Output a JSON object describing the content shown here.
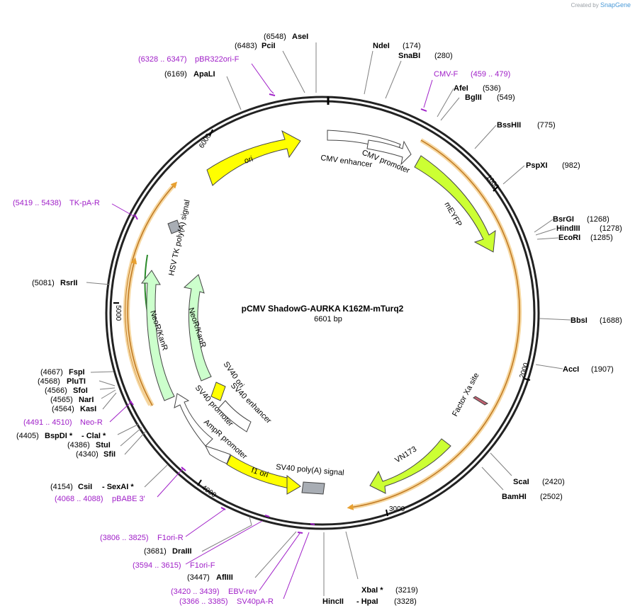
{
  "credit": {
    "prefix": "Created by",
    "brand": "SnapGene"
  },
  "plasmid": {
    "name": "pCMV ShadowG-AURKA K162M-mTurq2",
    "length_label": "6601 bp",
    "length": 6601
  },
  "ticks": [
    {
      "pos": 1000,
      "label": "1000"
    },
    {
      "pos": 2000,
      "label": "2000"
    },
    {
      "pos": 3000,
      "label": "3000"
    },
    {
      "pos": 4000,
      "label": "4000"
    },
    {
      "pos": 5000,
      "label": "5000"
    },
    {
      "pos": 6000,
      "label": "6000"
    }
  ],
  "enzymes": [
    {
      "name": "AseI",
      "pos_label": "(6548)"
    },
    {
      "name": "PciI",
      "pos_label": "(6483)"
    },
    {
      "name": "ApaLI",
      "pos_label": "(6169)"
    },
    {
      "name": "NdeI",
      "pos_label": "(174)"
    },
    {
      "name": "SnaBI",
      "pos_label": "(280)"
    },
    {
      "name": "AfeI",
      "pos_label": "(536)"
    },
    {
      "name": "BglII",
      "pos_label": "(549)"
    },
    {
      "name": "BssHII",
      "pos_label": "(775)"
    },
    {
      "name": "PspXI",
      "pos_label": "(982)"
    },
    {
      "name": "BsrGI",
      "pos_label": "(1268)"
    },
    {
      "name": "HindIII",
      "pos_label": "(1278)"
    },
    {
      "name": "EcoRI",
      "pos_label": "(1285)"
    },
    {
      "name": "BbsI",
      "pos_label": "(1688)"
    },
    {
      "name": "AccI",
      "pos_label": "(1907)"
    },
    {
      "name": "ScaI",
      "pos_label": "(2420)"
    },
    {
      "name": "BamHI",
      "pos_label": "(2502)"
    },
    {
      "name": "XbaI *",
      "pos_label": "(3219)"
    },
    {
      "name": "HincII",
      "pos_label": ""
    },
    {
      "name": "- HpaI",
      "pos_label": "(3328)"
    },
    {
      "name": "AflIII",
      "pos_label": "(3447)"
    },
    {
      "name": "DraIII",
      "pos_label": "(3681)"
    },
    {
      "name": "CsiI",
      "pos_label": "(4154)"
    },
    {
      "name": "- SexAI *",
      "pos_label": ""
    },
    {
      "name": "SfiI",
      "pos_label": "(4340)"
    },
    {
      "name": "StuI",
      "pos_label": "(4386)"
    },
    {
      "name": "BspDI *",
      "pos_label": "(4405)"
    },
    {
      "name": "- ClaI *",
      "pos_label": ""
    },
    {
      "name": "KasI",
      "pos_label": "(4564)"
    },
    {
      "name": "NarI",
      "pos_label": "(4565)"
    },
    {
      "name": "SfoI",
      "pos_label": "(4566)"
    },
    {
      "name": "PluTI",
      "pos_label": "(4568)"
    },
    {
      "name": "FspI",
      "pos_label": "(4667)"
    },
    {
      "name": "RsrII",
      "pos_label": "(5081)"
    }
  ],
  "primers": [
    {
      "name": "pBR322ori-F",
      "range": "(6328 .. 6347)"
    },
    {
      "name": "CMV-F",
      "range": "(459 .. 479)"
    },
    {
      "name": "TK-pA-R",
      "range": "(5419 .. 5438)"
    },
    {
      "name": "Neo-R",
      "range": "(4491 .. 4510)"
    },
    {
      "name": "pBABE 3'",
      "range": "(4068 .. 4088)"
    },
    {
      "name": "F1ori-R",
      "range": "(3806 .. 3825)"
    },
    {
      "name": "F1ori-F",
      "range": "(3594 .. 3615)"
    },
    {
      "name": "EBV-rev",
      "range": "(3420 .. 3439)"
    },
    {
      "name": "SV40pA-R",
      "range": "(3366 .. 3385)"
    }
  ],
  "features": [
    {
      "name": "ori",
      "color": "#ffff00"
    },
    {
      "name": "CMV enhancer",
      "color": "#ffffff"
    },
    {
      "name": "CMV promoter",
      "color": "#ffffff"
    },
    {
      "name": "mEYFP",
      "color": "#ccff33"
    },
    {
      "name": "Factor Xa site",
      "color": "#c06070"
    },
    {
      "name": "VN173",
      "color": "#ccff33"
    },
    {
      "name": "SV40 poly(A) signal",
      "color": "#a8adb4"
    },
    {
      "name": "f1 ori",
      "color": "#ffff00"
    },
    {
      "name": "AmpR promoter",
      "color": "#ffffff"
    },
    {
      "name": "SV40 promoter",
      "color": "#ffffff"
    },
    {
      "name": "SV40 enhancer",
      "color": "#ffffff"
    },
    {
      "name": "SV40 ori",
      "color": "#ffff00"
    },
    {
      "name": "NeoR/KanR",
      "color": "#ccffcc"
    },
    {
      "name": "HSV TK poly(A) signal",
      "color": "#a8adb4"
    }
  ],
  "colors": {
    "primer": "#a020c8",
    "orange_feature": "#e8a030",
    "backbone": "#222222"
  }
}
